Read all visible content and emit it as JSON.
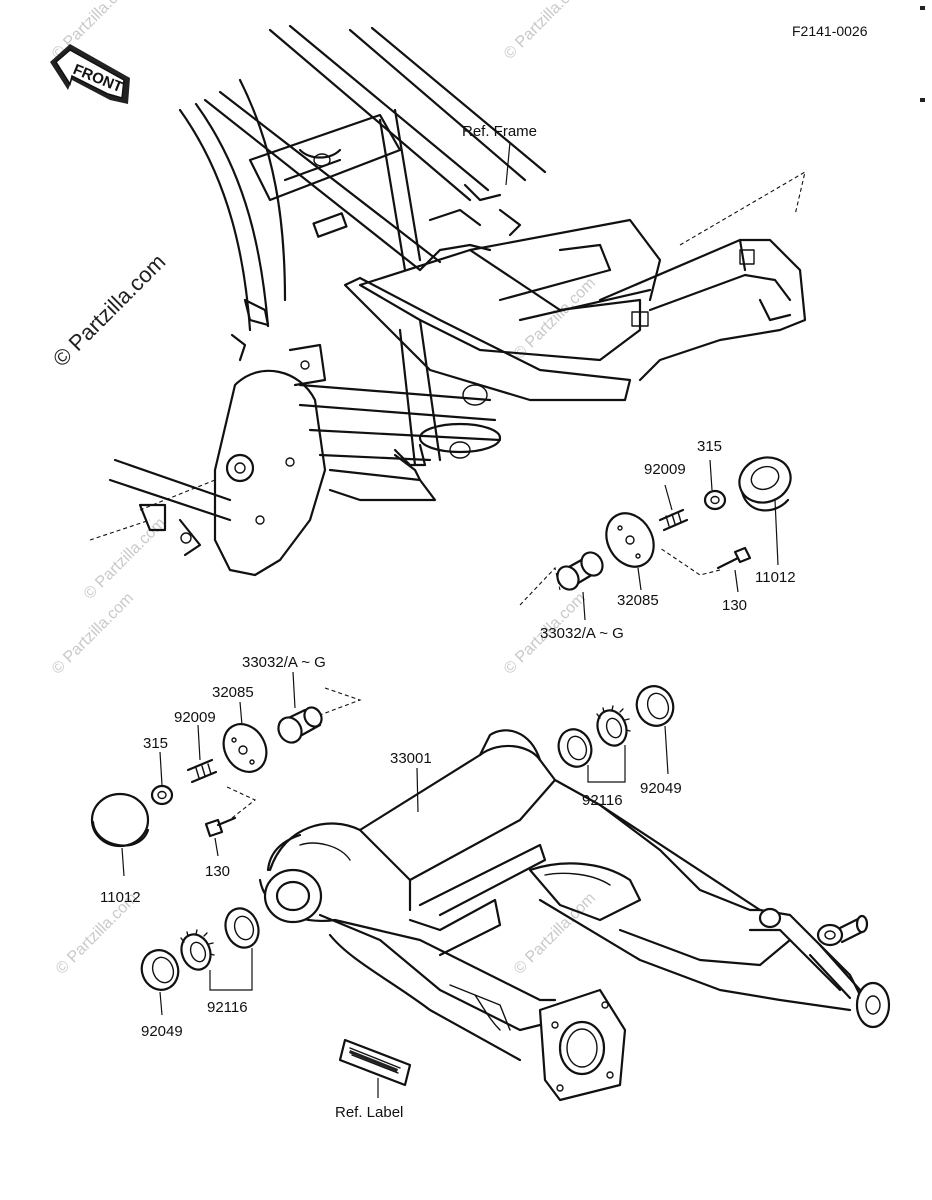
{
  "header": {
    "code": "F2141-0026"
  },
  "front_badge": {
    "text": "FRONT"
  },
  "watermark": {
    "main": "© Partzilla.com",
    "repeat": "© Partzilla.com"
  },
  "labels": {
    "ref_frame": "Ref. Frame",
    "ref_label": "Ref. Label",
    "p_315_top": "315",
    "p_92009_top": "92009",
    "p_11012_top": "11012",
    "p_32085_top": "32085",
    "p_130_top": "130",
    "p_33032_top": "33032/A ~ G",
    "p_33032_mid": "33032/A ~ G",
    "p_32085_mid": "32085",
    "p_92009_mid": "92009",
    "p_315_mid": "315",
    "p_33001": "33001",
    "p_92116_right": "92116",
    "p_92049_right": "92049",
    "p_130_mid": "130",
    "p_11012_mid": "11012",
    "p_92116_left": "92116",
    "p_92049_left": "92049"
  },
  "colors": {
    "ink": "#111111",
    "paper": "#ffffff",
    "watermark": "#c9c9c9"
  }
}
